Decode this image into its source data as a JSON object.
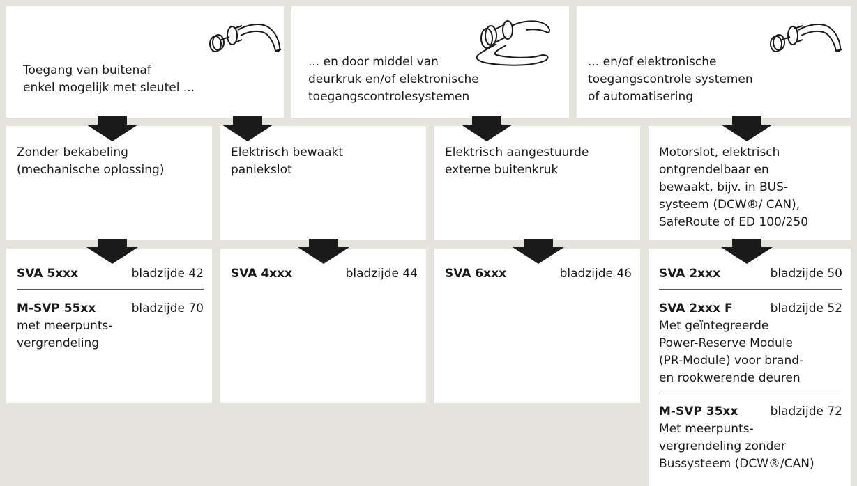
{
  "top": [
    {
      "text": "Toegang van buitenaf\nenkel mogelijk met sleutel ...",
      "icon": "door-handle-with-knob-icon"
    },
    {
      "text": "... en door middel van\ndeurkruk en/of elektronische\ntoegangscontrolesystemen",
      "icon": "door-handle-lever-icon"
    },
    {
      "text": "... en/of elektronische\ntoegangscontrole systemen\nof automatisering",
      "icon": "door-handle-with-knob-icon"
    }
  ],
  "middle": [
    "Zonder bekabeling\n(mechanische oplossing)",
    "Elektrisch bewaakt\npaniekslot",
    "Elektrisch aangestuurde\nexterne buitenkruk",
    "Motorslot, elektrisch\nontgrendelbaar en\nbewaakt, bijv. in BUS-\nsysteem (DCW®/ CAN),\nSafeRoute of ED 100/250"
  ],
  "products": [
    {
      "items": [
        {
          "code": "SVA 5xxx",
          "page": "bladzijde 42",
          "desc": ""
        },
        {
          "code": "M-SVP 55xx",
          "page": "bladzijde 70",
          "desc": "met meerpunts-\nvergrendeling"
        }
      ]
    },
    {
      "items": [
        {
          "code": "SVA 4xxx",
          "page": "bladzijde 44",
          "desc": ""
        }
      ]
    },
    {
      "items": [
        {
          "code": "SVA 6xxx",
          "page": "bladzijde 46",
          "desc": ""
        }
      ]
    },
    {
      "items": [
        {
          "code": "SVA 2xxx",
          "page": "bladzijde 50",
          "desc": ""
        },
        {
          "code": "SVA 2xxx F",
          "page": "bladzijde 52",
          "desc": "Met geïntegreerde\nPower-Reserve Module\n(PR-Module) voor brand-\nen rookwerende deuren"
        },
        {
          "code": "M-SVP 35xx",
          "page": "bladzijde 72",
          "desc": "Met meerpunts-\nvergrendeling zonder\nBussysteem (DCW®/CAN)"
        }
      ]
    }
  ],
  "colors": {
    "background": "#e4e3dc",
    "box": "#ffffff",
    "arrow": "#1a1a1a",
    "text": "#1a1a1a"
  }
}
